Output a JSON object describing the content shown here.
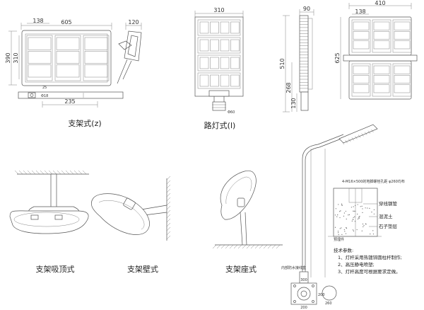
{
  "views": {
    "bracket_z": {
      "caption": "支架式(z)",
      "dims": {
        "width": "605",
        "module": "138",
        "height_outer": "390",
        "height_inner": "310",
        "side": "120",
        "hole_dia": "Φ18",
        "bracket_h": "25",
        "bracket_len": "235"
      }
    },
    "street_lamp": {
      "caption": "路灯式(l)",
      "dims": {
        "width": "310",
        "pole_dia": "Φ60"
      }
    },
    "side_view": {
      "dims": {
        "depth": "90",
        "total_h": "510",
        "arm_h": "268",
        "spigot": "130"
      }
    },
    "double": {
      "dims": {
        "width": "410",
        "module": "138",
        "height": "625"
      }
    },
    "ceiling": {
      "caption": "支架吸顶式"
    },
    "wall": {
      "caption": "支架壁式"
    },
    "base": {
      "caption": "支架座式"
    },
    "pole": {
      "foundation_title": "4-M16×500的地脚螺栓孔距 φ260均布",
      "legend": [
        "穿线钢管",
        "混泥土",
        "石子垫层"
      ],
      "embed_label": "预埋件",
      "tech_title": "技术参数:",
      "tech_items": [
        "1、灯杆采用热镀锌圆柱杆制作;",
        "2、高压静电喷塑;",
        "3、灯杆高度可根据要求定做。"
      ],
      "base_label": "内部防水接线盒",
      "base_dims": {
        "a": "300",
        "b": "200",
        "c": "200",
        "d": "260"
      }
    }
  }
}
